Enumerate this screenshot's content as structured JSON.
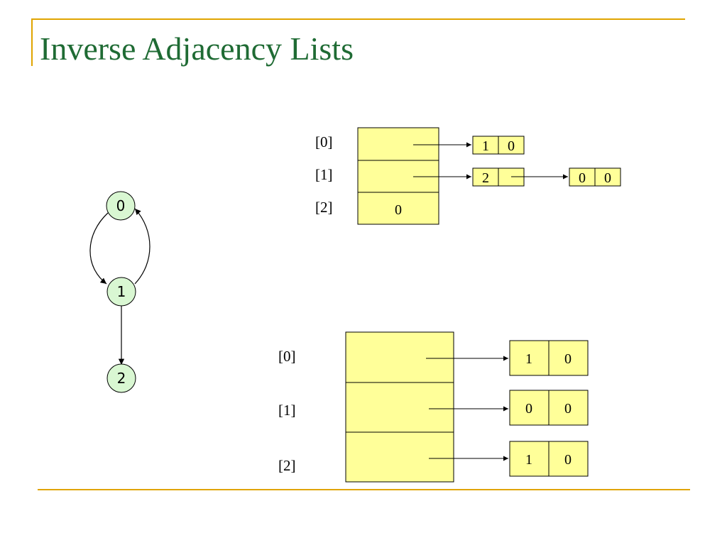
{
  "slide": {
    "title": "Inverse Adjacency Lists",
    "accent_color": "#e0a400",
    "title_color": "#1f6b34"
  },
  "graph": {
    "nodes": [
      "0",
      "1",
      "2"
    ],
    "node_fill": "#d9f7d2",
    "edges": [
      [
        "0",
        "1"
      ],
      [
        "1",
        "0"
      ],
      [
        "1",
        "2"
      ]
    ]
  },
  "list_top": {
    "indices": [
      "[0]",
      "[1]",
      "[2]"
    ],
    "head_values": [
      "",
      "",
      "0"
    ],
    "nodes": [
      {
        "a": "1",
        "b": "0"
      },
      {
        "a": "2",
        "b": ""
      },
      {
        "a": "0",
        "b": "0"
      }
    ]
  },
  "list_bottom": {
    "indices": [
      "[0]",
      "[1]",
      "[2]"
    ],
    "nodes": [
      {
        "a": "1",
        "b": "0"
      },
      {
        "a": "0",
        "b": "0"
      },
      {
        "a": "1",
        "b": "0"
      }
    ]
  },
  "cell_fill": "#ffff99"
}
